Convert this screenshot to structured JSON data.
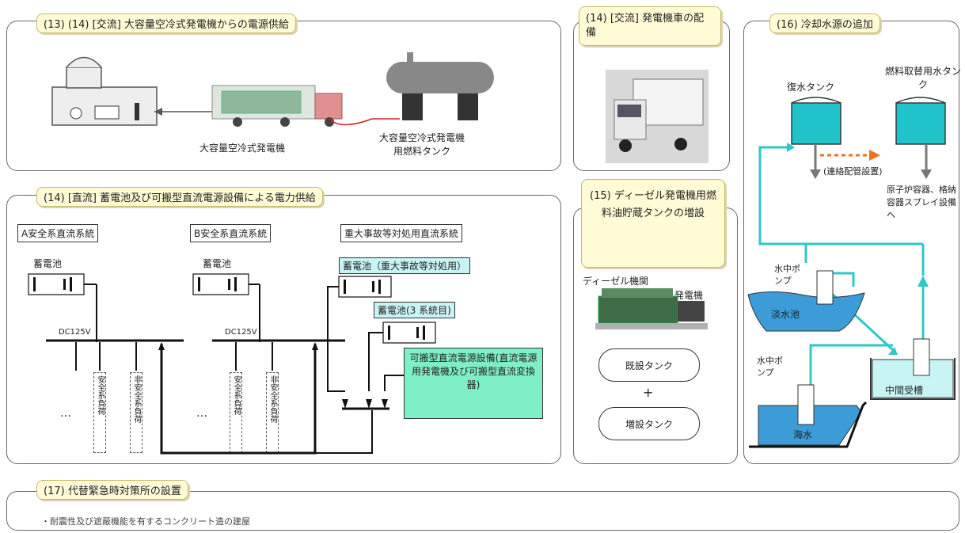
{
  "panel13": {
    "title": "(13) (14) [交流] 大容量空冷式発電機からの電源供給",
    "generator_label": "大容量空冷式発電機",
    "tank_label": "大容量空冷式発電機用燃料タンク"
  },
  "panel14car": {
    "title": "(14) [交流] 発電機車の配備"
  },
  "panel16": {
    "title": "(16) 冷却水源の追加",
    "recovery_tank": "復水タンク",
    "fuel_pool_tank": "燃料取替用水タンク",
    "connection_pipe": "(連絡配管設置)",
    "destination": "原子炉容器、格納容器スプレイ設備へ",
    "pump1": "水中ポンプ",
    "pump2": "水中ポンプ",
    "freshwater": "淡水池",
    "seawater": "海水",
    "intermediate": "中間受槽"
  },
  "panel14dc": {
    "title": "(14) [直流] 蓄電池及び可搬型直流電源設備による電力供給",
    "systemA": "A安全系直流系統",
    "systemB": "B安全系直流系統",
    "systemSA": "重大事故等対処用直流系統",
    "batteryA": "蓄電池",
    "batteryB": "蓄電池",
    "batterySA": "蓄電池（重大事故等対処用）",
    "battery3": "蓄電池(3 系統目)",
    "portable": "可搬型直流電源設備(直流電源用発電機及び可搬型直流変換器)",
    "dc_a": "DC125V",
    "dc_b": "DC125V",
    "ellipsis_a": "…",
    "ellipsis_b": "…",
    "load_a1": "安全系負荷",
    "load_a2": "非安全系負荷",
    "load_b1": "安全系負荷",
    "load_b2": "非安全系負荷"
  },
  "panel15": {
    "title": "(15) ディーゼル発電機用燃料油貯蔵タンクの増設",
    "diesel_engine": "ディーゼル機関",
    "generator": "発電機",
    "existing_tank": "既設タンク",
    "plus": "+",
    "added_tank": "増設タンク"
  },
  "panel17": {
    "title": "(17) 代替緊急時対策所の設置",
    "note": "・耐震性及び遮蔽機能を有するコンクリート造の建屋"
  },
  "colors": {
    "cyan_pipe": "#2fc7c7",
    "orange_dash": "#f07020",
    "title_bg": "#fffbd6"
  }
}
